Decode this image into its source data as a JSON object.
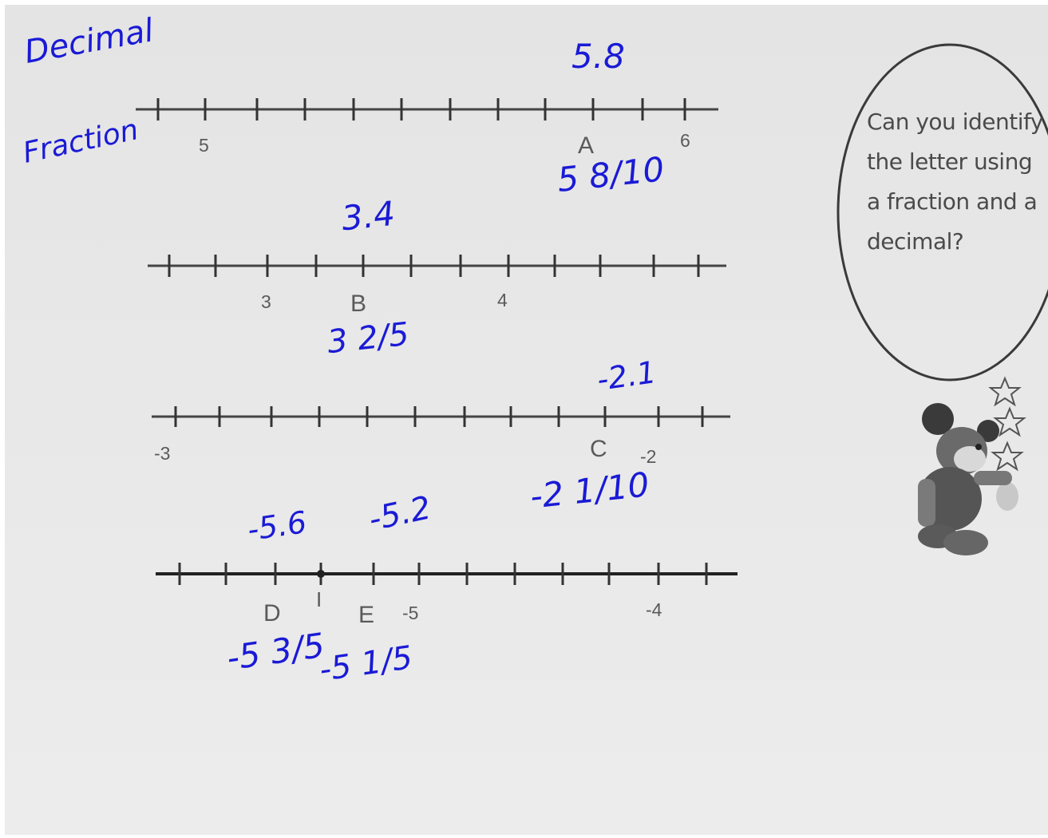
{
  "worksheet": {
    "prompt": "Can you identify the letter using a fraction and a decimal?",
    "lines": [
      {
        "ticks_labels": [
          "5",
          "6"
        ],
        "letters": [
          "A"
        ]
      },
      {
        "ticks_labels": [
          "3",
          "4"
        ],
        "letters": [
          "B"
        ]
      },
      {
        "ticks_labels": [
          "-3",
          "-2"
        ],
        "letters": [
          "C"
        ]
      },
      {
        "ticks_labels": [
          "-5",
          "-4"
        ],
        "letters": [
          "D",
          "I",
          "E"
        ]
      }
    ]
  },
  "handwriting": {
    "decimal_heading": "Decimal",
    "fraction_heading": "Fraction",
    "a_decimal": "5.8",
    "a_fraction": "5 8/10",
    "b_decimal": "3.4",
    "b_fraction": "3 2/5",
    "c_decimal": "-2.1",
    "c_fraction": "-2 1/10",
    "d_decimal": "-5.6",
    "d_fraction": "-5 3/5",
    "e_decimal": "-5.2",
    "e_fraction": "-5 1/5"
  },
  "colors": {
    "ink": "#1a1ad6",
    "print": "#4a4a4a"
  }
}
